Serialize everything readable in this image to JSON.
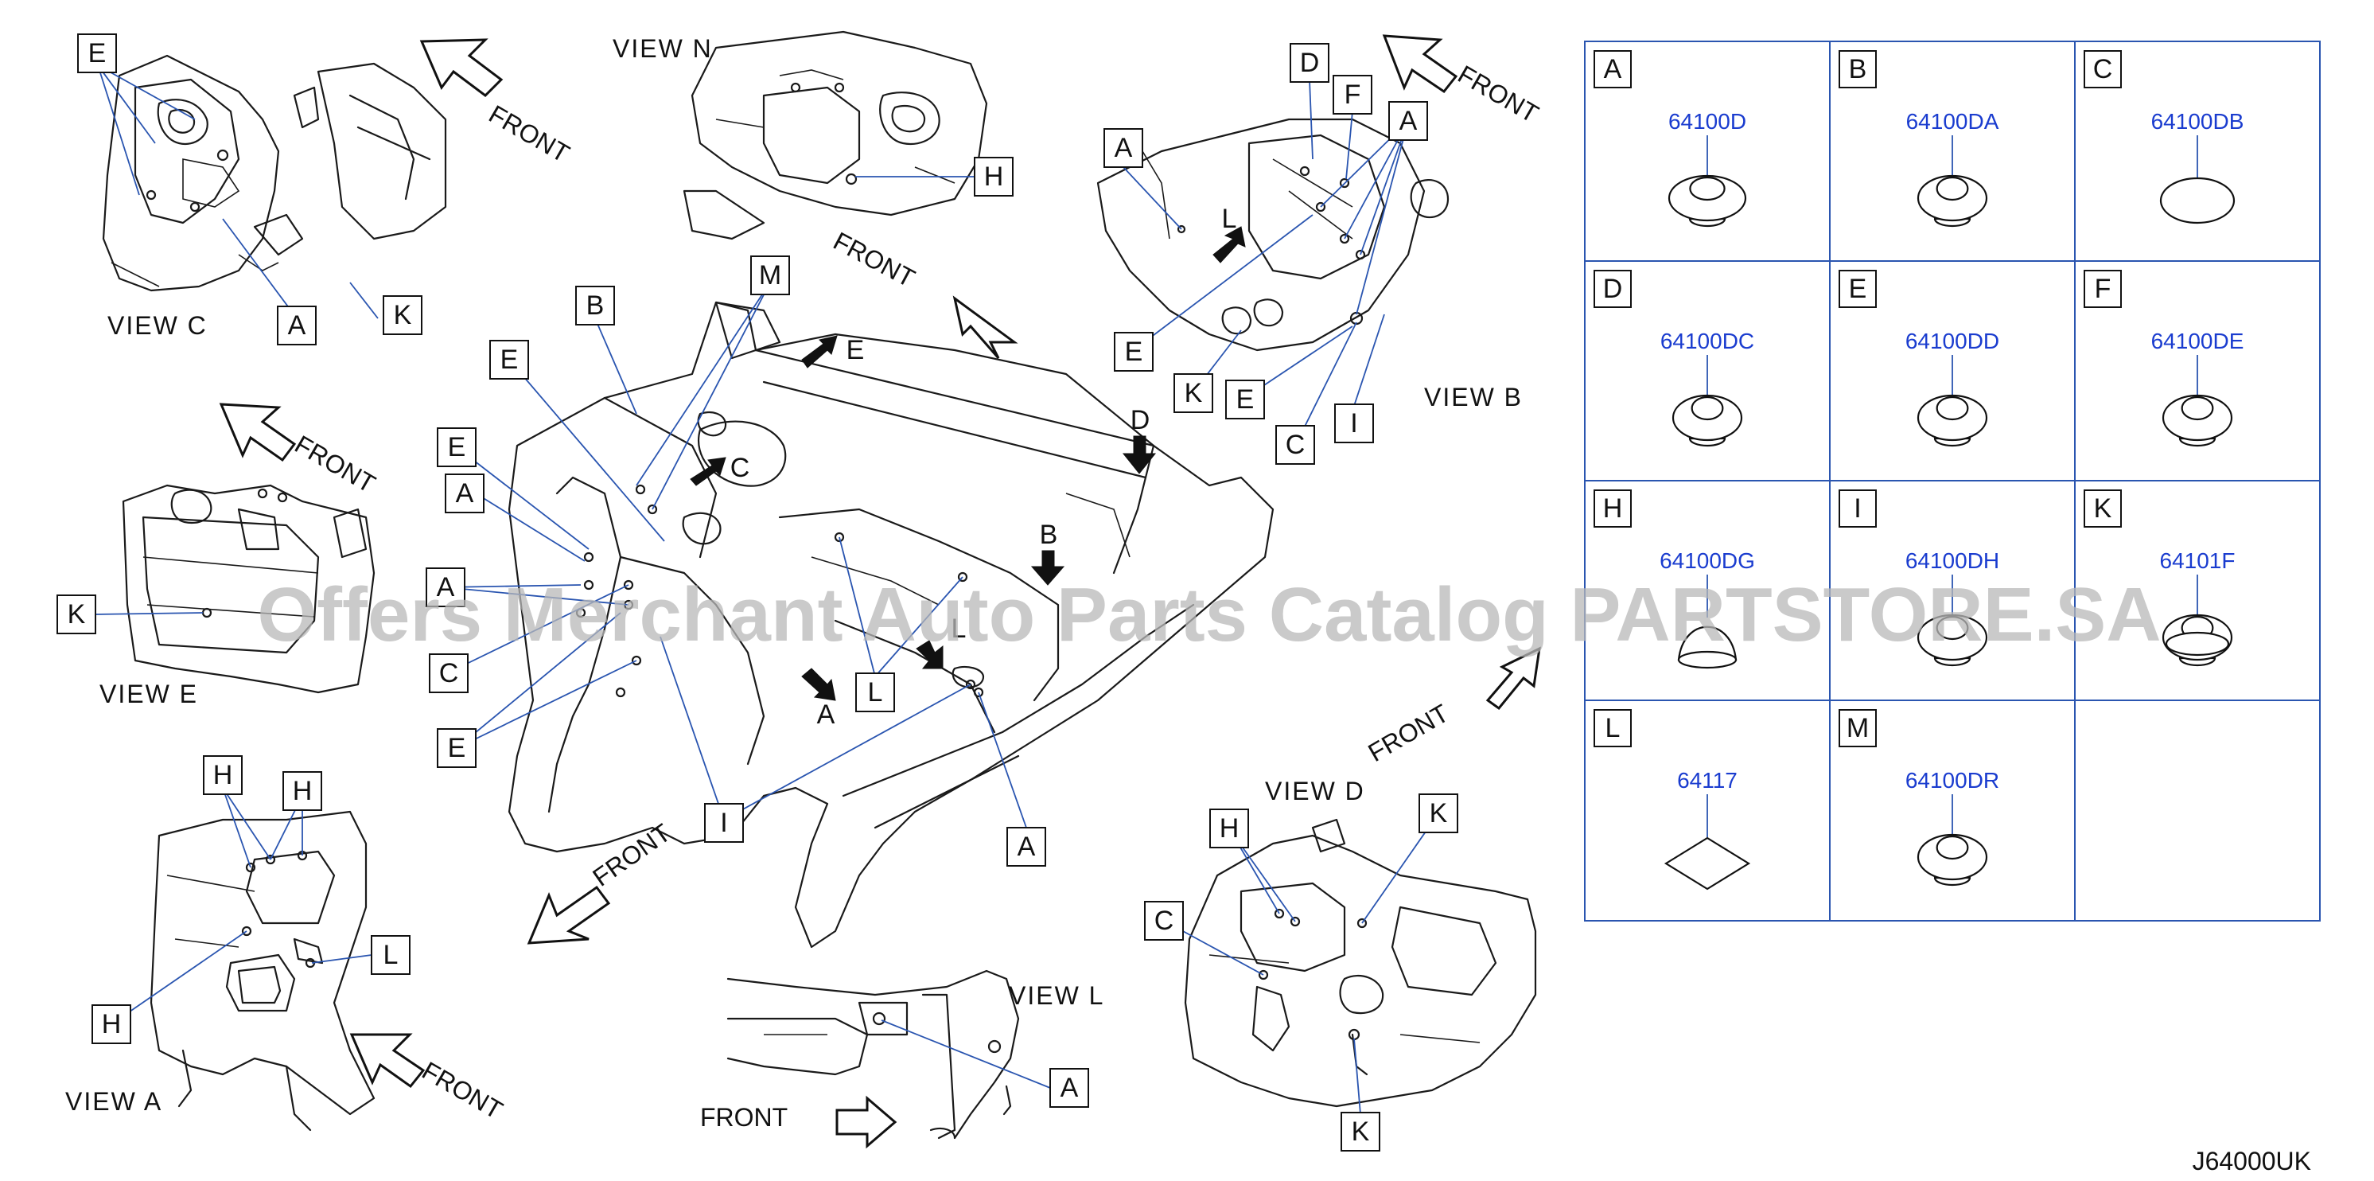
{
  "views": [
    {
      "id": "view-c",
      "text": "VIEW   C"
    },
    {
      "id": "view-n",
      "text": "VIEW   N"
    },
    {
      "id": "view-b",
      "text": "VIEW   B"
    },
    {
      "id": "view-e",
      "text": "VIEW   E"
    },
    {
      "id": "view-d",
      "text": "VIEW   D"
    },
    {
      "id": "view-a",
      "text": "VIEW   A"
    },
    {
      "id": "view-l",
      "text": "VIEW   L"
    }
  ],
  "front_label": "FRONT",
  "view_arrow_letters": [
    "E",
    "C",
    "D",
    "B",
    "A",
    "L"
  ],
  "callouts": {
    "view_c": [
      "E",
      "A",
      "K"
    ],
    "view_n": [
      "H"
    ],
    "view_b": [
      "D",
      "F",
      "A",
      "A",
      "L",
      "E",
      "K",
      "E",
      "C",
      "I"
    ],
    "main": [
      "B",
      "M",
      "E",
      "E",
      "A",
      "A",
      "C",
      "E",
      "I",
      "L",
      "A"
    ],
    "view_e": [
      "K"
    ],
    "view_a": [
      "H",
      "H",
      "H",
      "L"
    ],
    "view_l": [
      "A"
    ],
    "view_d": [
      "H",
      "K",
      "C",
      "K"
    ]
  },
  "parts_table": [
    {
      "letter": "A",
      "part_no": "64100D",
      "shape": "grommet-wide"
    },
    {
      "letter": "B",
      "part_no": "64100DA",
      "shape": "grommet"
    },
    {
      "letter": "C",
      "part_no": "64100DB",
      "shape": "oval"
    },
    {
      "letter": "D",
      "part_no": "64100DC",
      "shape": "grommet"
    },
    {
      "letter": "E",
      "part_no": "64100DD",
      "shape": "grommet"
    },
    {
      "letter": "F",
      "part_no": "64100DE",
      "shape": "grommet"
    },
    {
      "letter": "H",
      "part_no": "64100DG",
      "shape": "dome-plug"
    },
    {
      "letter": "I",
      "part_no": "64100DH",
      "shape": "grommet"
    },
    {
      "letter": "K",
      "part_no": "64101F",
      "shape": "grommet-flange"
    },
    {
      "letter": "L",
      "part_no": "64117",
      "shape": "diamond"
    },
    {
      "letter": "M",
      "part_no": "64100DR",
      "shape": "grommet"
    },
    {
      "letter": "",
      "part_no": "",
      "shape": "none"
    }
  ],
  "reference_code": "J64000UK",
  "watermark": "Offers Merchant Auto Parts Catalog PARTSTORE.SA",
  "colors": {
    "leader": "#2a55b0",
    "part_number": "#1a3ccf",
    "line": "#1a1a1a",
    "watermark": "#b8b8b8"
  }
}
